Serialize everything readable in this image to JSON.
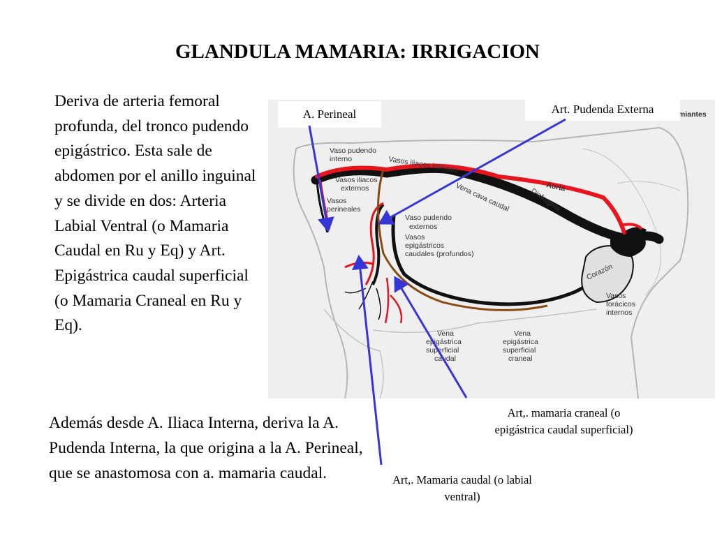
{
  "title": "GLANDULA MAMARIA: IRRIGACION",
  "paragraph1": "Deriva de arteria femoral profunda, del tronco pudendo epigástrico. Esta sale de abdomen por el anillo inguinal y se divide en dos: Arteria Labial Ventral (o Mamaria Caudal en Ru y Eq) y Art. Epigástrica caudal superficial (o Mamaria Craneal en Ru y Eq).",
  "paragraph2": "Además desde A. Iliaca Interna, deriva la A. Pudenda Interna, la que origina a la A. Perineal, que se anastomosa con  a. mamaria caudal.",
  "callouts": {
    "perineal": "A. Perineal",
    "pudenda_externa": "Art. Pudenda Externa",
    "mamaria_craneal": "Art,. mamaria craneal (o epigástrica caudal superficial)",
    "mamaria_caudal": "Art,. Mamaria caudal (o labial ventral)"
  },
  "figure_labels": {
    "header_fragment": "miantes",
    "vaso_pudendo_interno_1": "Vaso pudendo",
    "vaso_pudendo_interno_2": "interno",
    "vasos_iliacos_internos": "Vasos iliacos internos",
    "vasos_iliacos_externos_1": "Vasos iliacos",
    "vasos_iliacos_externos_2": "externos",
    "vasos_perineales_1": "Vasos",
    "vasos_perineales_2": "perineales",
    "vena_cava_caudal": "Vena cava caudal",
    "aorta": "Aorta",
    "diafragma": "Diafragma",
    "vaso_pudendo_externo_1": "Vaso pudendo",
    "vaso_pudendo_externo_2": "externos",
    "vasos_epigastricos_1": "Vasos",
    "vasos_epigastricos_2": "epigástricos",
    "vasos_epigastricos_3": "caudales (profundos)",
    "corazon": "Corazón",
    "vasos_toracicos_1": "Vasos",
    "vasos_toracicos_2": "torácicos",
    "vasos_toracicos_3": "internos",
    "vena_caudal_1": "Vena",
    "vena_caudal_2": "epigástrica",
    "vena_caudal_3": "superficial",
    "vena_caudal_4": "caudal",
    "vena_craneal_1": "Vena",
    "vena_craneal_2": "epigástrica",
    "vena_craneal_3": "superficial",
    "vena_craneal_4": "craneal"
  },
  "colors": {
    "artery": "#e8141e",
    "vein": "#111111",
    "lymph": "#8a4a14",
    "arrow": "#3535d8"
  }
}
